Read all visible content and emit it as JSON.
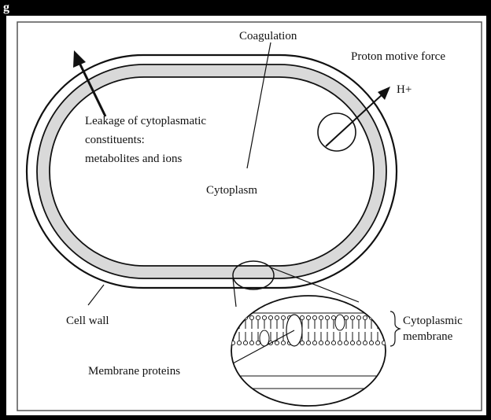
{
  "header": {
    "partial_caption": "g"
  },
  "labels": {
    "coagulation": "Coagulation",
    "proton_motive_force": "Proton motive force",
    "h_plus": "H+",
    "leakage_line1": "Leakage of cytoplasmatic",
    "leakage_line2": "constituents:",
    "leakage_line3": "metabolites and ions",
    "cytoplasm": "Cytoplasm",
    "cell_wall": "Cell wall",
    "cytoplasmic_membrane_line1": "Cytoplasmic",
    "cytoplasmic_membrane_line2": "membrane",
    "membrane_proteins": "Membrane proteins"
  },
  "colors": {
    "outer_border": "#000000",
    "panel": "#ffffff",
    "membrane_band": "#d9d9d9",
    "stroke": "#111111"
  }
}
